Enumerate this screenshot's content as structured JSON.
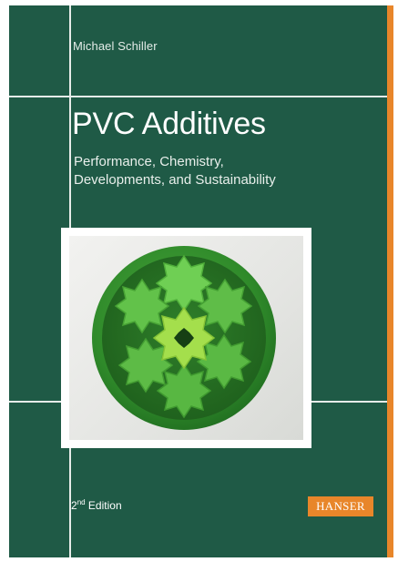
{
  "book": {
    "author": "Michael Schiller",
    "title": "PVC Additives",
    "subtitle_line1": "Performance, Chemistry,",
    "subtitle_line2": "Developments, and Sustainability",
    "edition_number": "2",
    "edition_suffix": "nd",
    "edition_word": " Edition",
    "publisher": "HANSER"
  },
  "colors": {
    "cover_green": "#1f5a46",
    "accent_orange": "#e8862a",
    "rule_white": "#e6ece9"
  },
  "cover_image": {
    "subject": "green-pvc-gear-profile-cross-section"
  }
}
